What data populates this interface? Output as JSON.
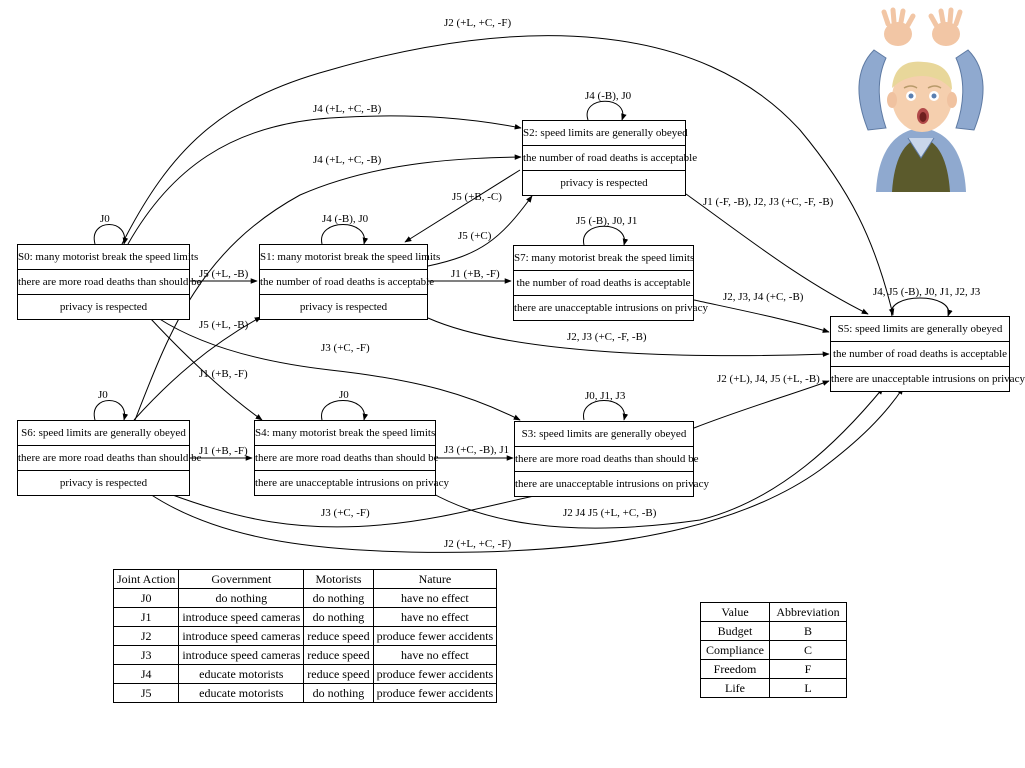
{
  "states": {
    "s0": [
      "S0: many motorist break the speed limits",
      "there are more road deaths than should be",
      "privacy is respected"
    ],
    "s1": [
      "S1: many motorist break the speed limits",
      "the number of road deaths is acceptable",
      "privacy is respected"
    ],
    "s2": [
      "S2: speed limits are generally obeyed",
      "the number of road deaths is acceptable",
      "privacy is respected"
    ],
    "s3": [
      "S3: speed limits are generally obeyed",
      "there are more road deaths than should be",
      "there are unacceptable intrusions on privacy"
    ],
    "s4": [
      "S4: many motorist break the speed limits",
      "there are more road deaths than should be",
      "there are unacceptable intrusions on privacy"
    ],
    "s5": [
      "S5: speed limits are generally obeyed",
      "the number of road deaths is acceptable",
      "there are unacceptable intrusions on privacy"
    ],
    "s6": [
      "S6: speed limits are generally obeyed",
      "there are more road deaths than should be",
      "privacy is respected"
    ],
    "s7": [
      "S7: many motorist break the speed limits",
      "the number of road deaths is acceptable",
      "there are unacceptable intrusions on privacy"
    ]
  },
  "edge_labels": {
    "s0_s5_top": "J2 (+L, +C, -F)",
    "s0_s2": "J4 (+L, +C, -B)",
    "s6_s2": "J4 (+L, +C, -B)",
    "s0_loop": "J0",
    "s2_loop": "J4 (-B), J0",
    "s1_loop": "J4 (-B), J0",
    "s7_loop": "J5 (-B), J0, J1",
    "s5_loop": "J4, J5 (-B), J0, J1, J2, J3",
    "s6_loop": "J0",
    "s4_loop": "J0",
    "s3_loop": "J0, J1, J3",
    "s2_s1": "J5 (+B, -C)",
    "s1_s2": "J5 (+C)",
    "s2_s5": "J1 (-F, -B), J2, J3 (+C, -F, -B)",
    "s0_s1": "J5 (+L, -B)",
    "s1_s7": "J1 (+B, -F)",
    "s7_s5": "J2, J3, J4 (+C, -B)",
    "s1_s5": "J2, J3 (+C, -F, -B)",
    "s6_s1": "J5 (+L, -B)",
    "s0_s3": "J3 (+C, -F)",
    "s0_s4": "J1 (+B, -F)",
    "s3_s5": "J2 (+L), J4, J5 (+L, -B)",
    "s6_s4": "J1 (+B, -F)",
    "s4_s3": "J3 (+C, -B), J1",
    "s6_s3": "J3 (+C, -F)",
    "s4_s5": "J2 J4 J5 (+L, +C, -B)",
    "s6_s5": "J2 (+L, +C, -F)"
  },
  "actions_table": {
    "headers": [
      "Joint Action",
      "Government",
      "Motorists",
      "Nature"
    ],
    "rows": [
      [
        "J0",
        "do nothing",
        "do nothing",
        "have no effect"
      ],
      [
        "J1",
        "introduce speed cameras",
        "do nothing",
        "have no effect"
      ],
      [
        "J2",
        "introduce speed cameras",
        "reduce speed",
        "produce fewer accidents"
      ],
      [
        "J3",
        "introduce speed cameras",
        "reduce speed",
        "have no effect"
      ],
      [
        "J4",
        "educate motorists",
        "reduce speed",
        "produce fewer accidents"
      ],
      [
        "J5",
        "educate motorists",
        "do nothing",
        "produce fewer accidents"
      ]
    ]
  },
  "values_table": {
    "headers": [
      "Value",
      "Abbreviation"
    ],
    "rows": [
      [
        "Budget",
        "B"
      ],
      [
        "Compliance",
        "C"
      ],
      [
        "Freedom",
        "F"
      ],
      [
        "Life",
        "L"
      ]
    ]
  },
  "colors": {
    "line": "#000000",
    "background": "#ffffff"
  },
  "image": {
    "icon": "surprised-child-photo"
  }
}
